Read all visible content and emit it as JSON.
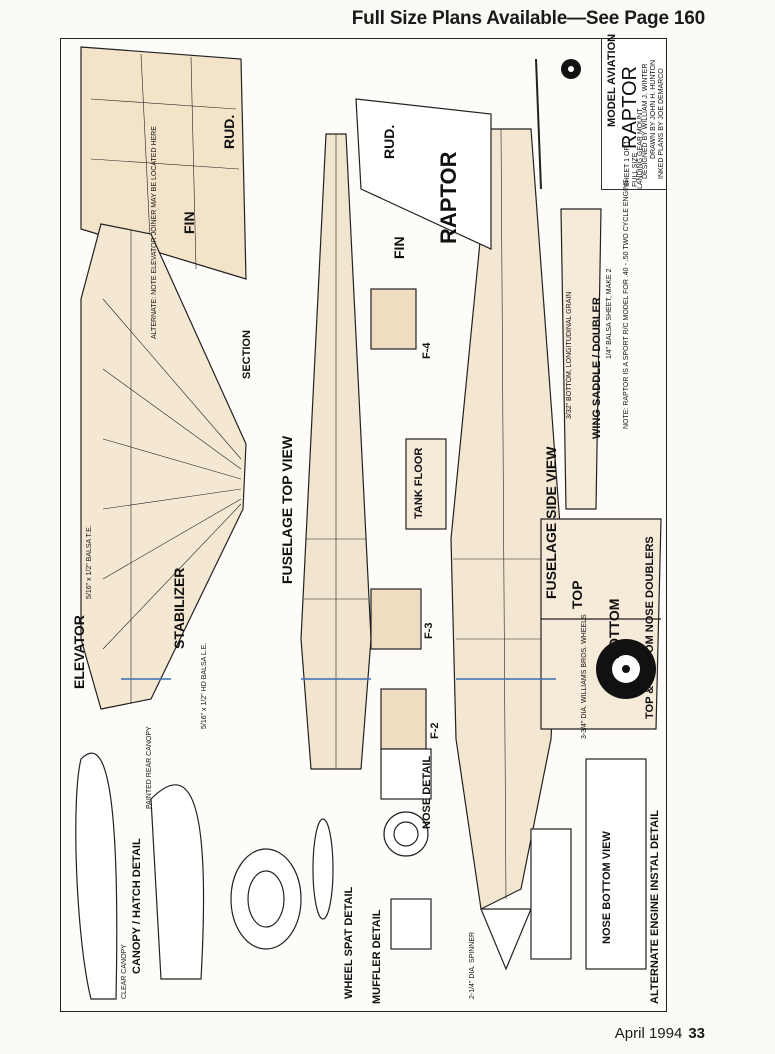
{
  "header": {
    "text": "Full Size Plans Available—See Page 160"
  },
  "footer": {
    "issue": "April 1994",
    "page": "33"
  },
  "title_block": {
    "magazine": "MODEL AVIATION",
    "model": "RAPTOR",
    "designed_by": "DESIGNED BY WILLIAM J. WINTER",
    "drawn_by": "DRAWN BY JOHN H. HUNTON",
    "inked_by": "INKED PLANS BY JOE DEMARCO",
    "sheet": "SHEET 1 OF 1",
    "scale": "FULL SIZE"
  },
  "labels": {
    "elevator": "ELEVATOR",
    "stabilizer": "STABILIZER",
    "fin": "FIN",
    "rudder": "RUD.",
    "fin2": "FIN",
    "rudder2": "RUD.",
    "fuselage_top": "FUSELAGE  TOP VIEW",
    "fuselage_side": "FUSELAGE SIDE VIEW",
    "raptor": "RAPTOR",
    "nose_detail": "NOSE DETAIL",
    "tank_floor": "TANK FLOOR",
    "wheel_spat": "WHEEL SPAT DETAIL",
    "muffler": "MUFFLER DETAIL",
    "canopy": "CANOPY / HATCH DETAIL",
    "nose_bottom": "NOSE BOTTOM VIEW",
    "alt_engine": "ALTERNATE ENGINE INSTAL DETAIL",
    "wing_saddle": "WING SADDLE / DOUBLER",
    "nose_doublers": "TOP & BOTTOM NOSE DOUBLERS",
    "top": "TOP",
    "bottom": "BOTTOM",
    "section": "SECTION",
    "note": "NOTE: RAPTOR IS A SPORT R/C MODEL FOR .40 - .50 TWO CYCLE ENGINE",
    "f4": "F-4",
    "f3": "F-3",
    "f2": "F-2",
    "landing_gear_mount": "LANDING GEAR MOUNT",
    "balsa_sheet_make2": "1/4\" BALSA SHEET, MAKE 2",
    "bottom_balsa": "3/32\" BOTTOM, LONGITUDINAL GRAIN",
    "wheels": "3-3/4\" DIA. WILLIAMS BROS. WHEELS",
    "canopy_note": "PAINTED REAR CANOPY",
    "clear_canopy": "CLEAR CANOPY",
    "spinner": "2-1/4\" DIA. SPINNER",
    "alternate_note": "ALTERNATE: NOTE ELEVATOR JOINER MAY BE LOCATED HERE",
    "balsa_te": "5/16\" x 1/2\" BALSA T.E.",
    "balsa_le": "5/16\" x 1/2\" HD BALSA L.E."
  },
  "colors": {
    "ink": "#1a1a1a",
    "paper": "#fdfcf8",
    "wood": "#e8c89a",
    "blue": "#3a6fb0"
  }
}
